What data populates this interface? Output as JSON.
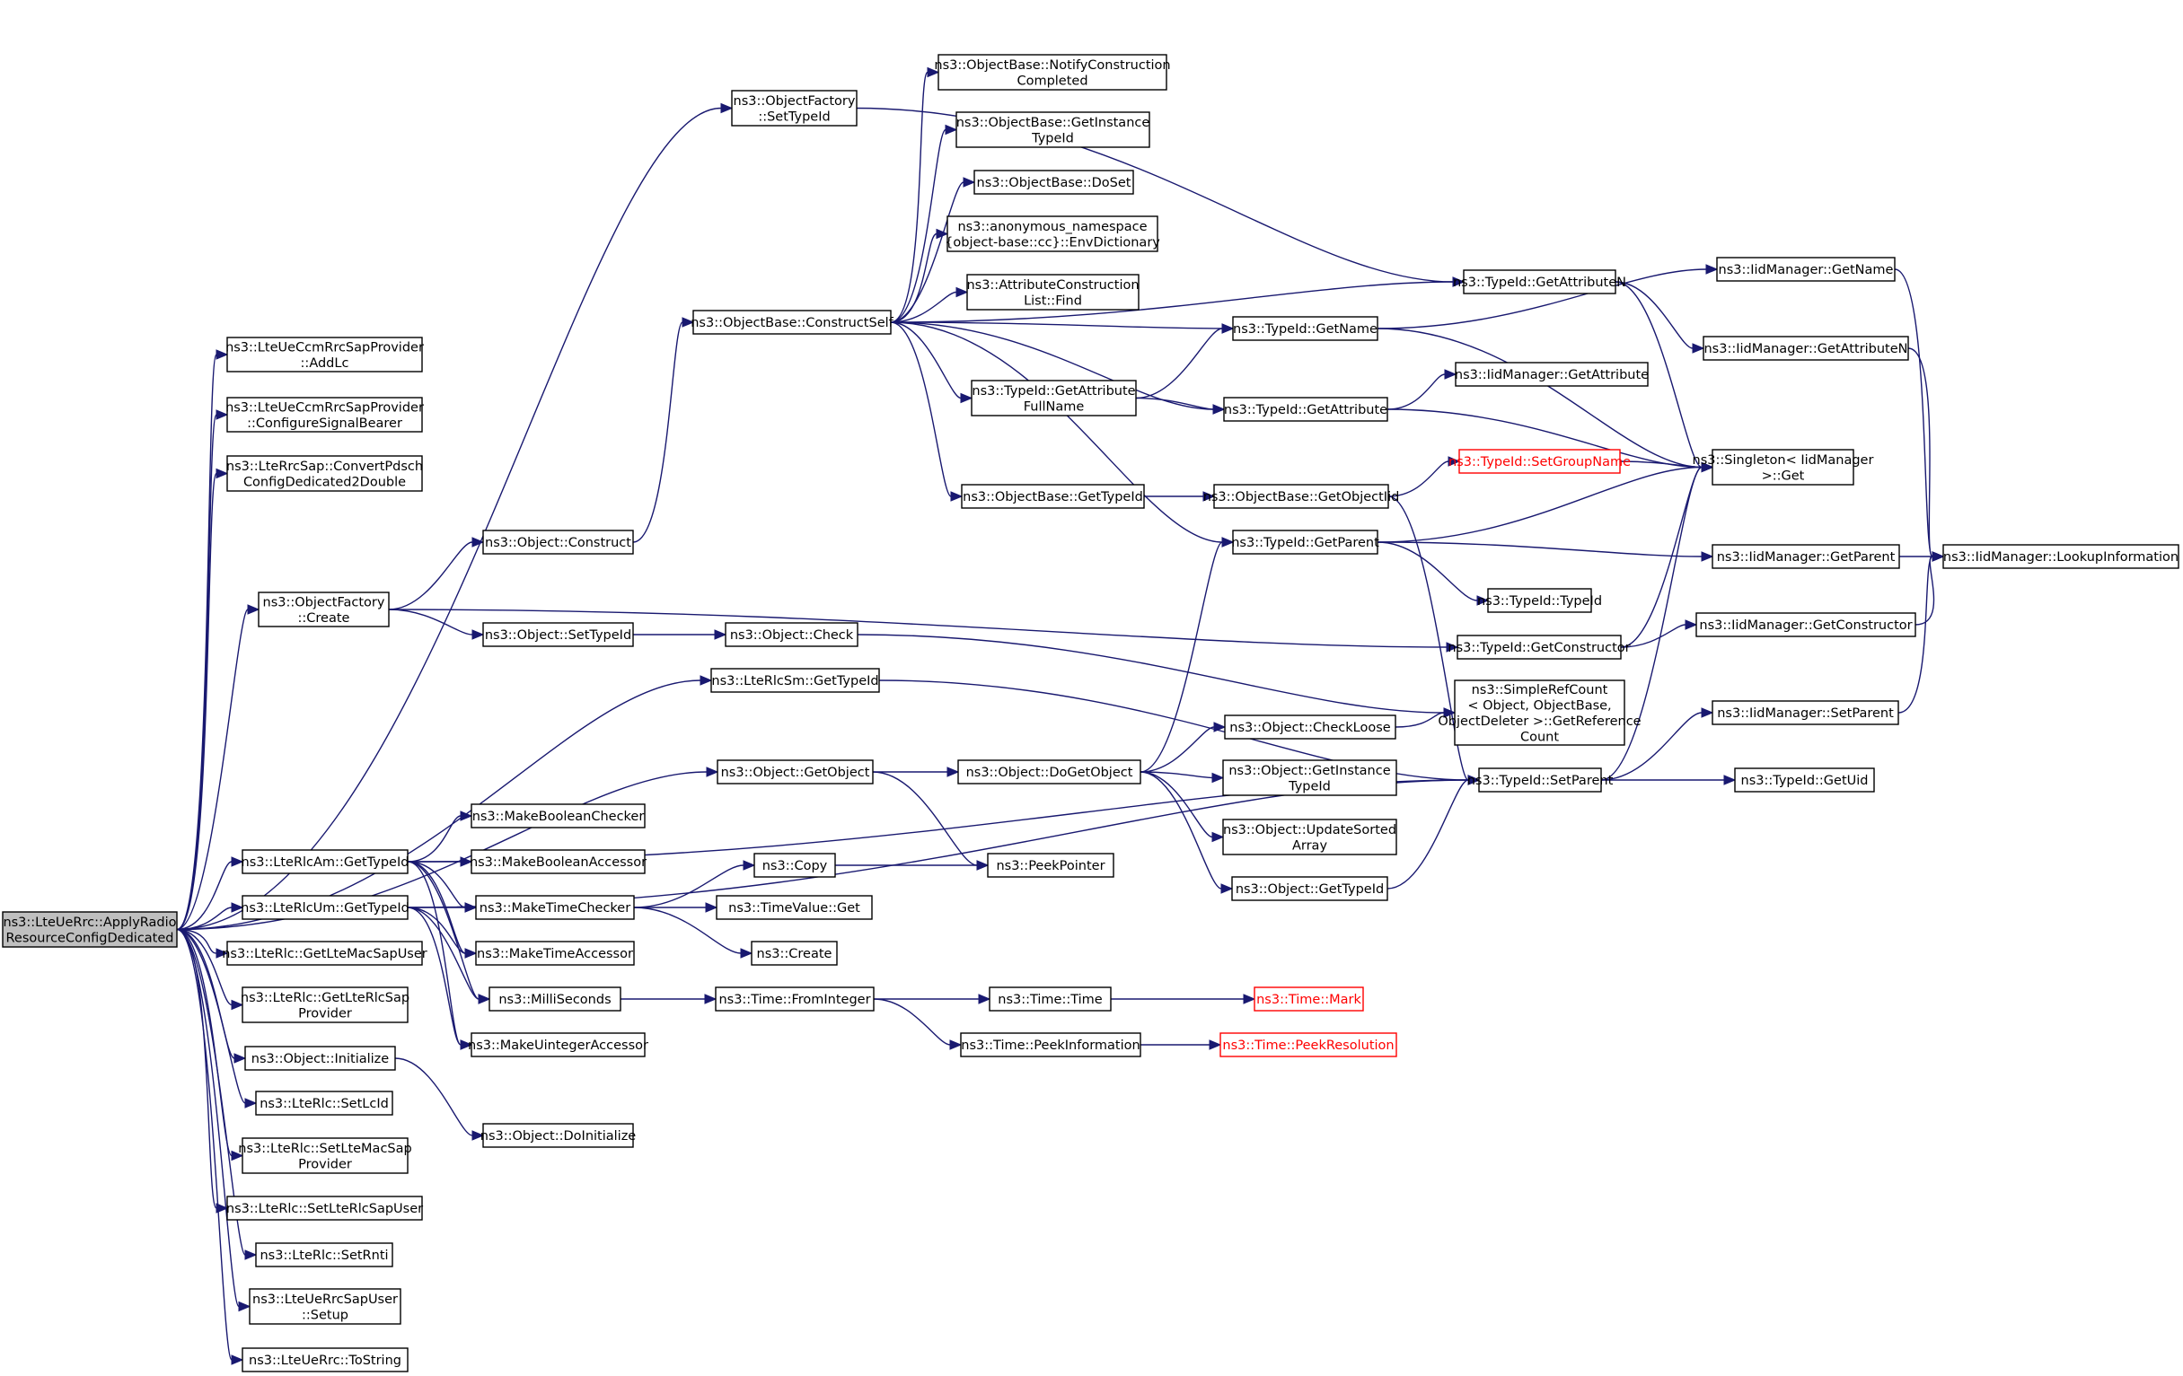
{
  "graph": {
    "colors": {
      "edge": "#191970",
      "node_border": "#000000",
      "root_fill": "#bfbfbf",
      "truncated_border": "#ff0000"
    },
    "nodes": [
      {
        "id": "root",
        "lines": [
          "ns3::LteUeRrc::ApplyRadio",
          "ResourceConfigDedicated"
        ],
        "root": true
      },
      {
        "id": "addlc",
        "lines": [
          "ns3::LteUeCcmRrcSapProvider",
          "::AddLc"
        ]
      },
      {
        "id": "configsig",
        "lines": [
          "ns3::LteUeCcmRrcSapProvider",
          "::ConfigureSignalBearer"
        ]
      },
      {
        "id": "convpdsch",
        "lines": [
          "ns3::LteRrcSap::ConvertPdsch",
          "ConfigDedicated2Double"
        ]
      },
      {
        "id": "of_create",
        "lines": [
          "ns3::ObjectFactory",
          "::Create"
        ]
      },
      {
        "id": "of_settypeid",
        "lines": [
          "ns3::ObjectFactory",
          "::SetTypeId"
        ]
      },
      {
        "id": "obj_construct",
        "lines": [
          "ns3::Object::Construct"
        ]
      },
      {
        "id": "obj_settypeid",
        "lines": [
          "ns3::Object::SetTypeId"
        ]
      },
      {
        "id": "obj_check",
        "lines": [
          "ns3::Object::Check"
        ]
      },
      {
        "id": "rlcsm",
        "lines": [
          "ns3::LteRlcSm::GetTypeId"
        ]
      },
      {
        "id": "getobject",
        "lines": [
          "ns3::Object::GetObject"
        ]
      },
      {
        "id": "rlcam",
        "lines": [
          "ns3::LteRlcAm::GetTypeId"
        ]
      },
      {
        "id": "rlcum",
        "lines": [
          "ns3::LteRlcUm::GetTypeId"
        ]
      },
      {
        "id": "getmacsapuser",
        "lines": [
          "ns3::LteRlc::GetLteMacSapUser"
        ]
      },
      {
        "id": "getrlcsapprov",
        "lines": [
          "ns3::LteRlc::GetLteRlcSap",
          "Provider"
        ]
      },
      {
        "id": "initialize",
        "lines": [
          "ns3::Object::Initialize"
        ]
      },
      {
        "id": "setlcid",
        "lines": [
          "ns3::LteRlc::SetLcId"
        ]
      },
      {
        "id": "setmacsapprov",
        "lines": [
          "ns3::LteRlc::SetLteMacSap",
          "Provider"
        ]
      },
      {
        "id": "setrlcsapuser",
        "lines": [
          "ns3::LteRlc::SetLteRlcSapUser"
        ]
      },
      {
        "id": "setrnti",
        "lines": [
          "ns3::LteRlc::SetRnti"
        ]
      },
      {
        "id": "rrcsapsetup",
        "lines": [
          "ns3::LteUeRrcSapUser",
          "::Setup"
        ]
      },
      {
        "id": "tostring",
        "lines": [
          "ns3::LteUeRrc::ToString"
        ]
      },
      {
        "id": "doinitialize",
        "lines": [
          "ns3::Object::DoInitialize"
        ]
      },
      {
        "id": "mkboolchk",
        "lines": [
          "ns3::MakeBooleanChecker"
        ]
      },
      {
        "id": "mkboolacc",
        "lines": [
          "ns3::MakeBooleanAccessor"
        ]
      },
      {
        "id": "mktimechk",
        "lines": [
          "ns3::MakeTimeChecker"
        ]
      },
      {
        "id": "mktimeacc",
        "lines": [
          "ns3::MakeTimeAccessor"
        ]
      },
      {
        "id": "millisec",
        "lines": [
          "ns3::MilliSeconds"
        ]
      },
      {
        "id": "mkuintacc",
        "lines": [
          "ns3::MakeUintegerAccessor"
        ]
      },
      {
        "id": "construct_self",
        "lines": [
          "ns3::ObjectBase::ConstructSelf"
        ]
      },
      {
        "id": "notifyconst",
        "lines": [
          "ns3::ObjectBase::NotifyConstruction",
          "Completed"
        ]
      },
      {
        "id": "getinsttypeid_b",
        "lines": [
          "ns3::ObjectBase::GetInstance",
          "TypeId"
        ]
      },
      {
        "id": "doset",
        "lines": [
          "ns3::ObjectBase::DoSet"
        ]
      },
      {
        "id": "envdict",
        "lines": [
          "ns3::anonymous_namespace",
          "{object-base::cc}::EnvDictionary"
        ]
      },
      {
        "id": "attrconstfind",
        "lines": [
          "ns3::AttributeConstruction",
          "List::Find"
        ]
      },
      {
        "id": "getattrfullname",
        "lines": [
          "ns3::TypeId::GetAttribute",
          "FullName"
        ]
      },
      {
        "id": "ob_gettypeid",
        "lines": [
          "ns3::ObjectBase::GetTypeId"
        ]
      },
      {
        "id": "ob_getobjectiid",
        "lines": [
          "ns3::ObjectBase::GetObjectIid"
        ]
      },
      {
        "id": "tid_getname",
        "lines": [
          "ns3::TypeId::GetName"
        ]
      },
      {
        "id": "tid_getattr",
        "lines": [
          "ns3::TypeId::GetAttribute"
        ]
      },
      {
        "id": "tid_getparent",
        "lines": [
          "ns3::TypeId::GetParent"
        ]
      },
      {
        "id": "tid_getattrn",
        "lines": [
          "ns3::TypeId::GetAttributeN"
        ]
      },
      {
        "id": "tid_setgroupname",
        "lines": [
          "ns3::TypeId::SetGroupName"
        ],
        "truncated": true
      },
      {
        "id": "tid_typeid",
        "lines": [
          "ns3::TypeId::TypeId"
        ]
      },
      {
        "id": "tid_getconstructor",
        "lines": [
          "ns3::TypeId::GetConstructor"
        ]
      },
      {
        "id": "simplerefcount",
        "lines": [
          "ns3::SimpleRefCount",
          "< Object, ObjectBase,",
          " ObjectDeleter >::GetReference",
          "Count"
        ]
      },
      {
        "id": "tid_setparent",
        "lines": [
          "ns3::TypeId::SetParent"
        ]
      },
      {
        "id": "dogetobject",
        "lines": [
          "ns3::Object::DoGetObject"
        ]
      },
      {
        "id": "checkloose",
        "lines": [
          "ns3::Object::CheckLoose"
        ]
      },
      {
        "id": "obj_getinsttypeid",
        "lines": [
          "ns3::Object::GetInstance",
          "TypeId"
        ]
      },
      {
        "id": "updatesorted",
        "lines": [
          "ns3::Object::UpdateSorted",
          "Array"
        ]
      },
      {
        "id": "obj_gettypeid",
        "lines": [
          "ns3::Object::GetTypeId"
        ]
      },
      {
        "id": "copy",
        "lines": [
          "ns3::Copy"
        ]
      },
      {
        "id": "peekpointer",
        "lines": [
          "ns3::PeekPointer"
        ]
      },
      {
        "id": "timevalueget",
        "lines": [
          "ns3::TimeValue::Get"
        ]
      },
      {
        "id": "create",
        "lines": [
          "ns3::Create"
        ]
      },
      {
        "id": "time_frominteger",
        "lines": [
          "ns3::Time::FromInteger"
        ]
      },
      {
        "id": "time_time",
        "lines": [
          "ns3::Time::Time"
        ]
      },
      {
        "id": "time_peekinfo",
        "lines": [
          "ns3::Time::PeekInformation"
        ]
      },
      {
        "id": "time_mark",
        "lines": [
          "ns3::Time::Mark"
        ],
        "truncated": true
      },
      {
        "id": "time_peekres",
        "lines": [
          "ns3::Time::PeekResolution"
        ],
        "truncated": true
      },
      {
        "id": "iid_getname",
        "lines": [
          "ns3::IidManager::GetName"
        ]
      },
      {
        "id": "iid_getattrn",
        "lines": [
          "ns3::IidManager::GetAttributeN"
        ]
      },
      {
        "id": "iid_getattr",
        "lines": [
          "ns3::IidManager::GetAttribute"
        ]
      },
      {
        "id": "singleton_get",
        "lines": [
          "ns3::Singleton< IidManager",
          " >::Get"
        ]
      },
      {
        "id": "iid_getparent",
        "lines": [
          "ns3::IidManager::GetParent"
        ]
      },
      {
        "id": "iid_getconstructor",
        "lines": [
          "ns3::IidManager::GetConstructor"
        ]
      },
      {
        "id": "iid_setparent",
        "lines": [
          "ns3::IidManager::SetParent"
        ]
      },
      {
        "id": "tid_getuid",
        "lines": [
          "ns3::TypeId::GetUid"
        ]
      },
      {
        "id": "iid_lookup",
        "lines": [
          "ns3::IidManager::LookupInformation"
        ]
      }
    ]
  }
}
